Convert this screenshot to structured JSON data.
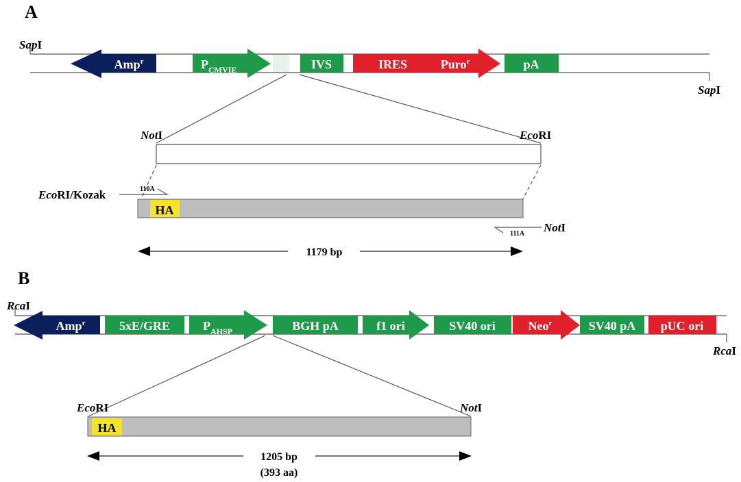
{
  "colors": {
    "navy": "#0b1f5c",
    "green": "#1f9a4a",
    "red": "#e0202a",
    "yellow": "#f5e324",
    "insert_gray": "#bdbdbd",
    "line": "#555555"
  },
  "panel_a": {
    "label": "A",
    "sap_left_italic": "Sap",
    "sap_left_plain": "I",
    "sap_right_italic": "Sap",
    "sap_right_plain": "I",
    "amp_main": "Amp",
    "amp_sup": "r",
    "pcmv_main": "P",
    "pcmv_sub": "CMVIE",
    "ivs": "IVS",
    "ires": "IRES",
    "puro_main": "Puro",
    "puro_sup": "r",
    "pa": "pA",
    "not_italic": "Not",
    "not_plain": "I",
    "eco_italic": "Eco",
    "eco_plain": "RI",
    "kozak_italic": "Eco",
    "kozak_plain": "RI/Kozak",
    "primer_110": "110A",
    "primer_111": "111A",
    "ha": "HA",
    "not2_italic": "Not",
    "not2_plain": "I",
    "length": "1179 bp"
  },
  "panel_b": {
    "label": "B",
    "rca_left_italic": "Rca",
    "rca_left_plain": "I",
    "rca_right_italic": "Rca",
    "rca_right_plain": "I",
    "amp_main": "Amp",
    "amp_sup": "r",
    "gre": "5xE/GRE",
    "pahsp_main": "P",
    "pahsp_sub": "AHSP",
    "bgh": "BGH pA",
    "f1": "f1 ori",
    "sv40ori": "SV40 ori",
    "neo_main": "Neo",
    "neo_sup": "r",
    "sv40pa": "SV40 pA",
    "puc": "pUC ori",
    "eco_italic": "Eco",
    "eco_plain": "RI",
    "not_italic": "Not",
    "not_plain": "I",
    "ha": "HA",
    "length": "1205 bp",
    "aa": "(393 aa)"
  }
}
